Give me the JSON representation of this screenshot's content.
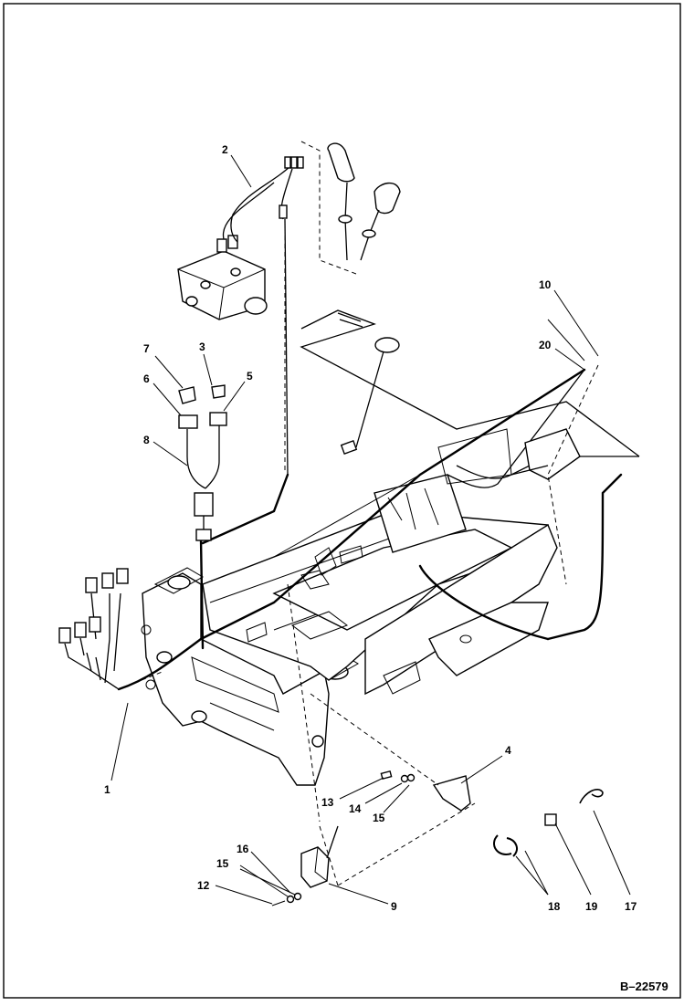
{
  "figure_id": "B–22579",
  "callouts": [
    {
      "id": "1",
      "label": "1"
    },
    {
      "id": "2",
      "label": "2"
    },
    {
      "id": "3",
      "label": "3"
    },
    {
      "id": "4",
      "label": "4"
    },
    {
      "id": "5",
      "label": "5"
    },
    {
      "id": "6",
      "label": "6"
    },
    {
      "id": "7",
      "label": "7"
    },
    {
      "id": "8",
      "label": "8"
    },
    {
      "id": "9",
      "label": "9"
    },
    {
      "id": "10",
      "label": "10"
    },
    {
      "id": "12",
      "label": "12"
    },
    {
      "id": "13",
      "label": "13"
    },
    {
      "id": "14",
      "label": "14"
    },
    {
      "id": "15a",
      "label": "15"
    },
    {
      "id": "15b",
      "label": "15"
    },
    {
      "id": "16",
      "label": "16"
    },
    {
      "id": "17",
      "label": "17"
    },
    {
      "id": "18",
      "label": "18"
    },
    {
      "id": "19",
      "label": "19"
    },
    {
      "id": "20",
      "label": "20"
    }
  ]
}
